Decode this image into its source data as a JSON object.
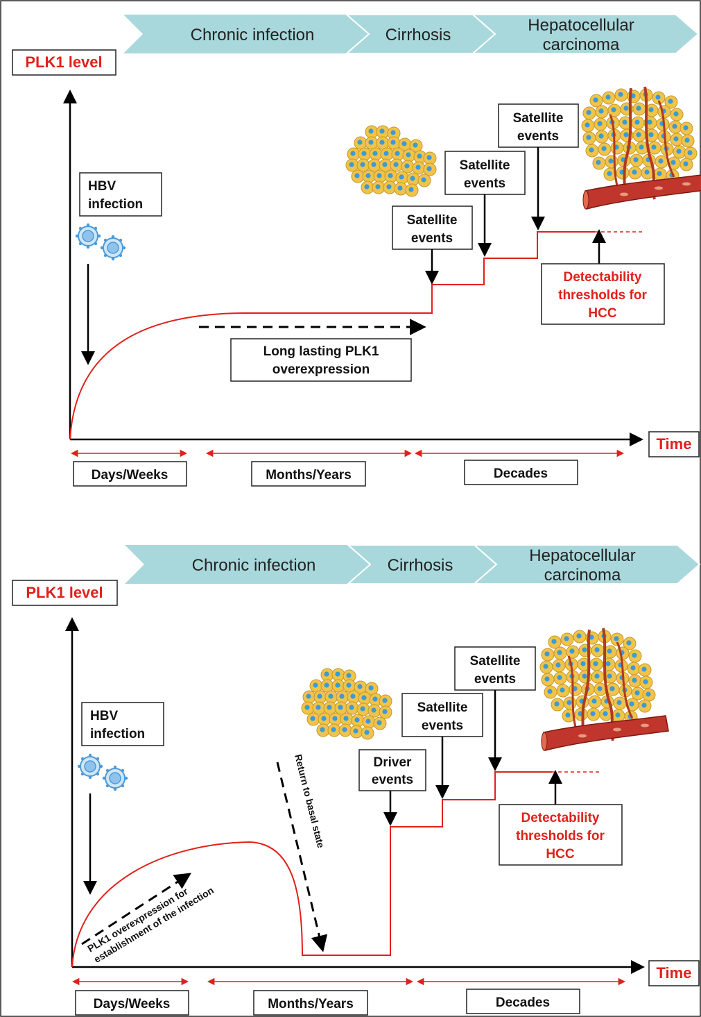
{
  "colors": {
    "chevron": "#a9d8dc",
    "curve": "#e0201a",
    "label_red": "#e0201a",
    "arrow_black": "#000000",
    "cell_fill": "#f0c44a",
    "cell_nucleus": "#3d9ad6",
    "vessel": "#c0362c",
    "virus": "#4d9ad6"
  },
  "icons": [
    "virus-icon",
    "tumor-cell-cluster-icon",
    "blood-vessel-tumor-icon"
  ],
  "panels": [
    {
      "stages": [
        "Chronic infection",
        "Cirrhosis",
        "Hepatocellular carcinoma"
      ],
      "y_axis_label": "PLK1 level",
      "x_axis_label": "Time",
      "hbv_label": "HBV infection",
      "overexpression_label": "Long lasting PLK1 overexpression",
      "events": [
        "Satellite events",
        "Satellite events",
        "Satellite events"
      ],
      "threshold_label": "Detectability thresholds for HCC",
      "periods": [
        "Days/Weeks",
        "Months/Years",
        "Decades"
      ]
    },
    {
      "stages": [
        "Chronic infection",
        "Cirrhosis",
        "Hepatocellular carcinoma"
      ],
      "y_axis_label": "PLK1 level",
      "x_axis_label": "Time",
      "hbv_label": "HBV infection",
      "establishment_label": "PLK1 overexpression for establishment of the infection",
      "return_label": "Return to basal state",
      "events": [
        "Driver events",
        "Satellite events",
        "Satellite events"
      ],
      "threshold_label": "Detectability thresholds for HCC",
      "periods": [
        "Days/Weeks",
        "Months/Years",
        "Decades"
      ]
    }
  ]
}
